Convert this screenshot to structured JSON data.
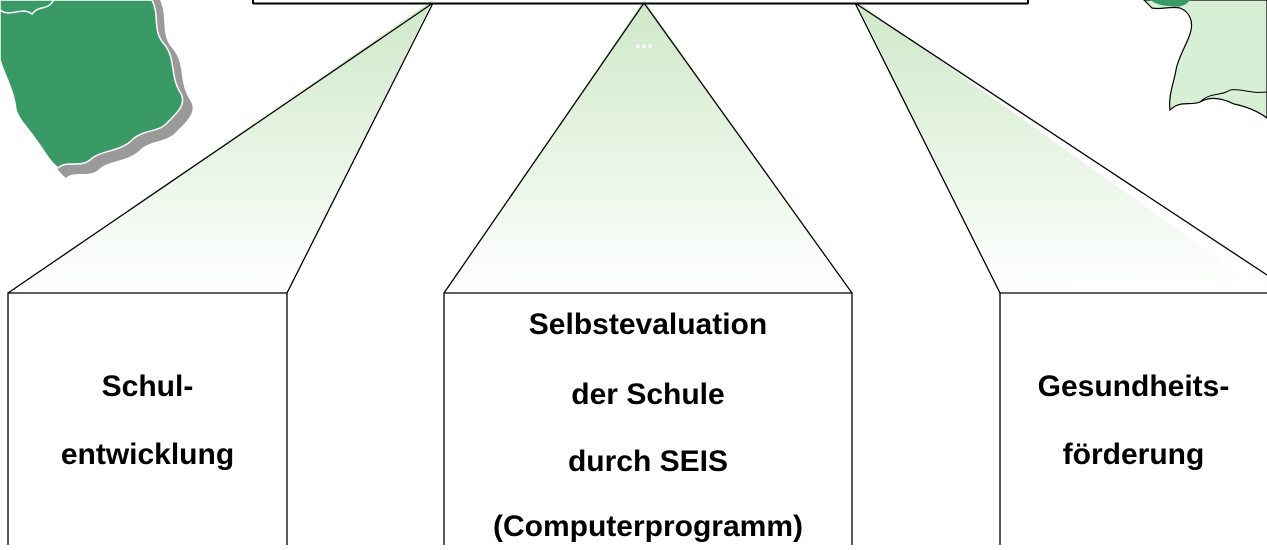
{
  "top_box": {
    "ellipsis": "..."
  },
  "boxes": [
    {
      "id": "left",
      "lines": [
        "Schul-",
        "entwicklung"
      ]
    },
    {
      "id": "center",
      "lines": [
        "Selbstevaluation",
        "der Schule",
        "durch SEIS",
        "(Computerprogramm)"
      ]
    },
    {
      "id": "right",
      "lines": [
        "Gesundheits-",
        "förderung"
      ]
    }
  ],
  "colors": {
    "map_dark_green": "#3a9a66",
    "map_light_green": "#d7efd4",
    "map_shadow": "#9a9a9a",
    "beam_green": "#cfe8c8"
  }
}
